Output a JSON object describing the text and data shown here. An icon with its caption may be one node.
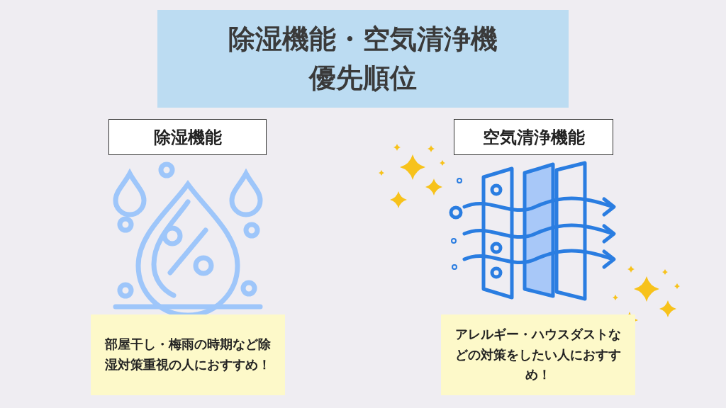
{
  "diagram": {
    "title": "除湿機能・空気清浄機優先順位",
    "nodes": [
      {
        "text": [
          "除湿機能"
        ]
      },
      {
        "text": [
          "空気清浄機能"
        ]
      },
      {
        "text": [
          "部屋干し・梅雨の時期など除湿対策重視の人におすすめ！"
        ]
      },
      {
        "text": [
          "アレルギー・ハウスダストなどの対策をしたい人におすすめ！"
        ]
      }
    ]
  }
}
